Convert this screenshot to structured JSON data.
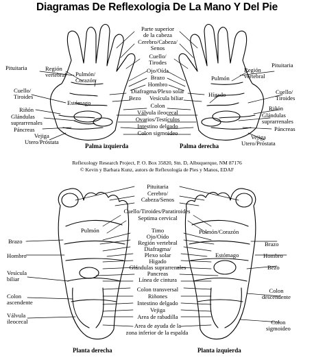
{
  "title": "Diagramas De Reflexologia De La Mano Y Del Pie",
  "hands": {
    "left_caption": "Palma izquierda",
    "right_caption": "Palma derecha",
    "labels": {
      "pituitaria_l": "Pituitaria",
      "region_vertebral_l": "Región\nvertebral",
      "pulmon_corazon": "Pulmón/\nCorazón",
      "cuello_tiroides_l": "Cuello/\nTiroides",
      "estomago": "Estómago",
      "rinon_l": "Riñón",
      "glandulas_l": "Glándulas\nsuprarrenales",
      "pancreas_l": "Páncreas",
      "vejiga_utero_l": "Vejiga\nUtero/Próstata",
      "pituitaria_r": "Pituitaria",
      "region_vertebral_r": "Región\nvertebral",
      "pulmon_r": "Pulmón",
      "higado": "Hígado",
      "cuello_tiroides_r": "Cuello/\nTiroides",
      "rinon_r": "Riñón",
      "glandulas_r": "Glándulas\nsuprarrenales",
      "pancreas_r": "Páncreas",
      "vejiga_utero_r": "Vejiga\nUtero/Próstata",
      "center": [
        "Parte superior",
        "de la cabeza",
        "Cerebro/Cabeza/",
        "Senos",
        "Cuello/",
        "Tirodes",
        "Ojo/Oída",
        "Brazo",
        "Hombro",
        "Diafragma/Plexo solar",
        "Bezo",
        "Vesícula biliar",
        "Colon",
        "Válvula ileocecal",
        "Ovarios/Testículos",
        "Intestino delgado",
        "Colon sigmoideo"
      ]
    }
  },
  "credits": {
    "line1": "Reflexology Research Project, P. O. Box 35820, Stn. D, Albuquerque, NM  87176",
    "line2": "© Kevin y Barbara Kunz, autors de Reflexología de Pies y Manos, EDAF"
  },
  "feet": {
    "left_caption": "Planta derecha",
    "right_caption": "Planta izquierda",
    "labels": {
      "pulmon_l": "Pulmón",
      "brazo_l": "Brazo",
      "hombro_l": "Hombro",
      "vesicula_l": "Vesícula\nbiliar",
      "colon_ascendente": "Colon\nascendente",
      "valvula_ileocecal": "Válvula\nileocecal",
      "pulmon_corazon_r": "Pulmón/Corazón",
      "brazo_r": "Brazo",
      "estomago_r": "Estómago",
      "hombro_r": "Hombro",
      "bezo_r": "Bezo",
      "colon_descendente": "Colon\ndescendente",
      "colon_sigmoideo": "Colon\nsigmoideo",
      "center": [
        "Pituitaria",
        "Cerebro/",
        "Cabeza/Senos",
        "Cuello/Tiroides/Paratiroides",
        "Septima cervical",
        "Timo",
        "Ojo/Oído",
        "Región vertebral",
        "Diafragma/",
        "Plexo solar",
        "Higado",
        "Glándulas suprarrenales",
        "Pancreas",
        "Línea de cintura",
        "Colon transversal",
        "Riñones",
        "Intestino delgado",
        "Vejiga",
        "Area de rabadilla",
        "Area de ayuda de la",
        "zona inferior de la espalda"
      ]
    }
  }
}
